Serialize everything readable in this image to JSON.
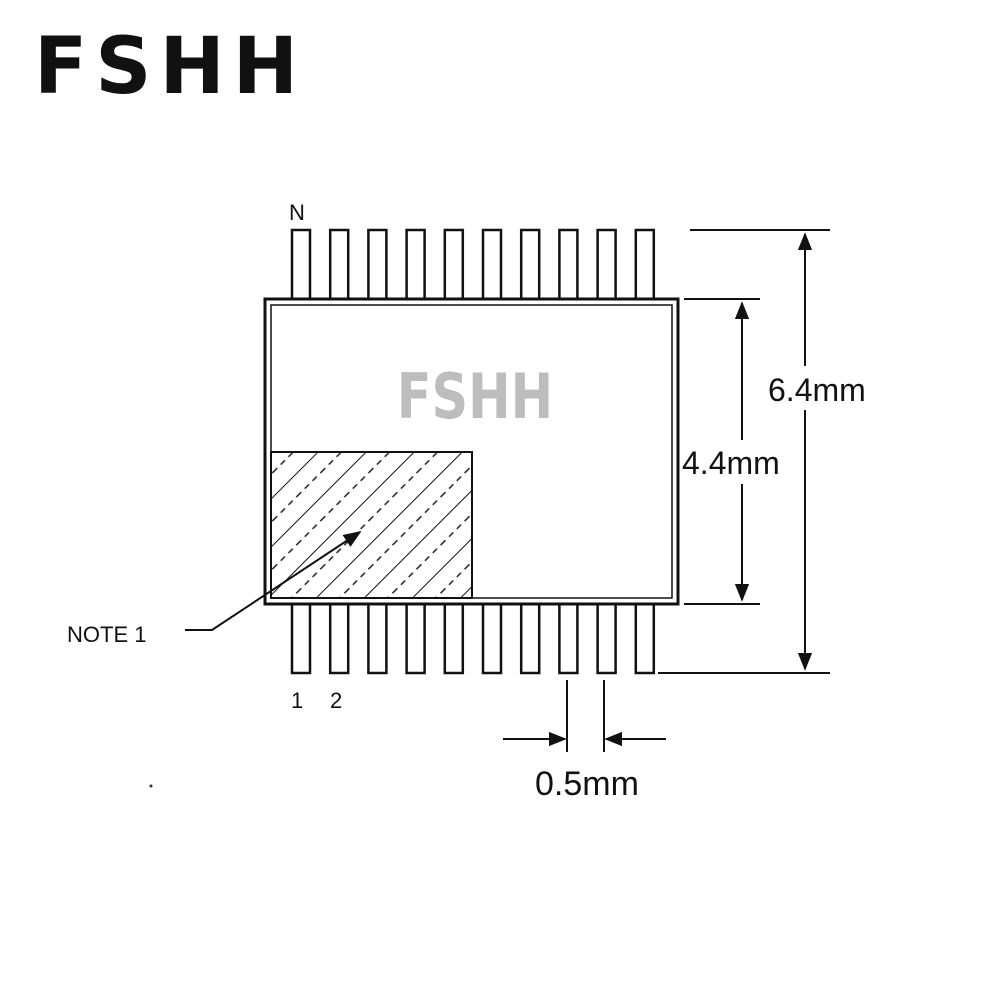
{
  "brand": {
    "text": "FSHH"
  },
  "watermark": {
    "text": "FSHH",
    "color": "#bdbdbd"
  },
  "package": {
    "pin_count_per_side": 10,
    "top_pin_label": "N",
    "bottom_pin_labels": [
      "1",
      "2"
    ],
    "note_label": "NOTE 1"
  },
  "dimensions": {
    "overall_width": "6.4mm",
    "body_width": "4.4mm",
    "pin_pitch": "0.5mm"
  },
  "colors": {
    "line": "#111111",
    "background": "#ffffff"
  }
}
